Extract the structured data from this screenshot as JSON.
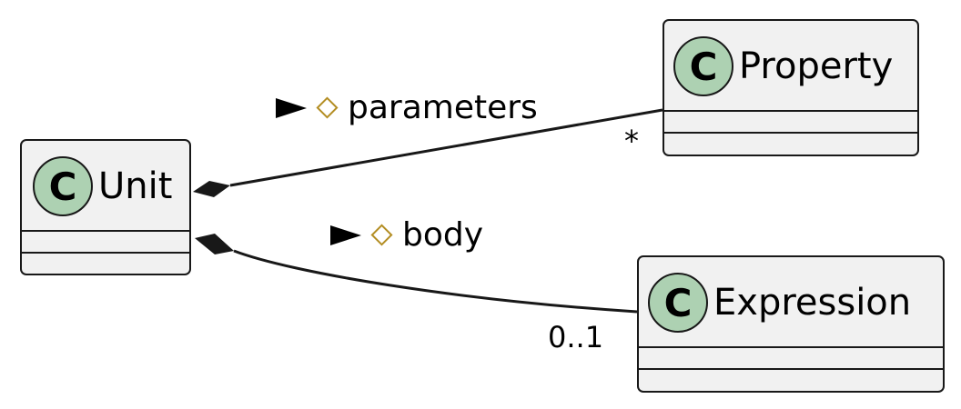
{
  "classes": {
    "unit": {
      "stereotype": "C",
      "name": "Unit"
    },
    "property": {
      "stereotype": "C",
      "name": "Property"
    },
    "expression": {
      "stereotype": "C",
      "name": "Expression"
    }
  },
  "relations": {
    "parameters": {
      "label": "parameters",
      "target_multiplicity": "*"
    },
    "body": {
      "label": "body",
      "target_multiplicity": "0..1"
    }
  },
  "colors": {
    "class_fill": "#f1f1f1",
    "class_border": "#181818",
    "stereotype_circle": "#add1b2",
    "diamond_icon": "#b38d22"
  }
}
